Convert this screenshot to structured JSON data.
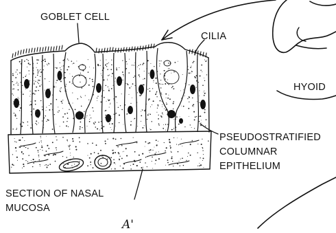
{
  "labels": {
    "goblet_cell": "GOBLET CELL",
    "cilia": "CILIA",
    "hyoid": "HYOID",
    "pseudo_1": "PSEUDOSTRATIFIED",
    "pseudo_2": "COLUMNAR",
    "pseudo_3": "EPITHELIUM",
    "section_1": "SECTION OF NASAL",
    "section_2": "MUCOSA",
    "ref_mark": "A'"
  },
  "colors": {
    "ink": "#111111",
    "background": "#ffffff"
  }
}
